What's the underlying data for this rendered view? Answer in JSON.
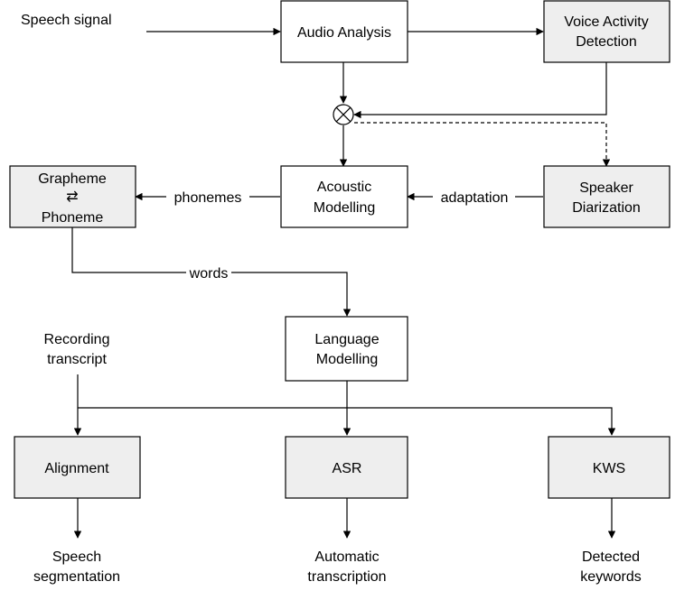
{
  "inputs": {
    "speech_signal": "Speech signal",
    "recording_transcript": [
      "Recording",
      "transcript"
    ]
  },
  "boxes": {
    "audio_analysis": {
      "lines": [
        "Audio Analysis"
      ],
      "fill": "#ffffff"
    },
    "voice_activity_detection": {
      "lines": [
        "Voice Activity",
        "Detection"
      ],
      "fill": "#eeeeee"
    },
    "grapheme_phoneme": {
      "lines": [
        "Grapheme",
        "⇄",
        "Phoneme"
      ],
      "fill": "#eeeeee"
    },
    "acoustic_modelling": {
      "lines": [
        "Acoustic",
        "Modelling"
      ],
      "fill": "#ffffff"
    },
    "speaker_diarization": {
      "lines": [
        "Speaker",
        "Diarization"
      ],
      "fill": "#eeeeee"
    },
    "language_modelling": {
      "lines": [
        "Language",
        "Modelling"
      ],
      "fill": "#ffffff"
    },
    "alignment": {
      "lines": [
        "Alignment"
      ],
      "fill": "#eeeeee"
    },
    "asr": {
      "lines": [
        "ASR"
      ],
      "fill": "#eeeeee"
    },
    "kws": {
      "lines": [
        "KWS"
      ],
      "fill": "#eeeeee"
    }
  },
  "edge_labels": {
    "phonemes": "phonemes",
    "adaptation": "adaptation",
    "words": "words"
  },
  "outputs": {
    "speech_segmentation": [
      "Speech",
      "segmentation"
    ],
    "automatic_transcription": [
      "Automatic",
      "transcription"
    ],
    "detected_keywords": [
      "Detected",
      "keywords"
    ]
  }
}
